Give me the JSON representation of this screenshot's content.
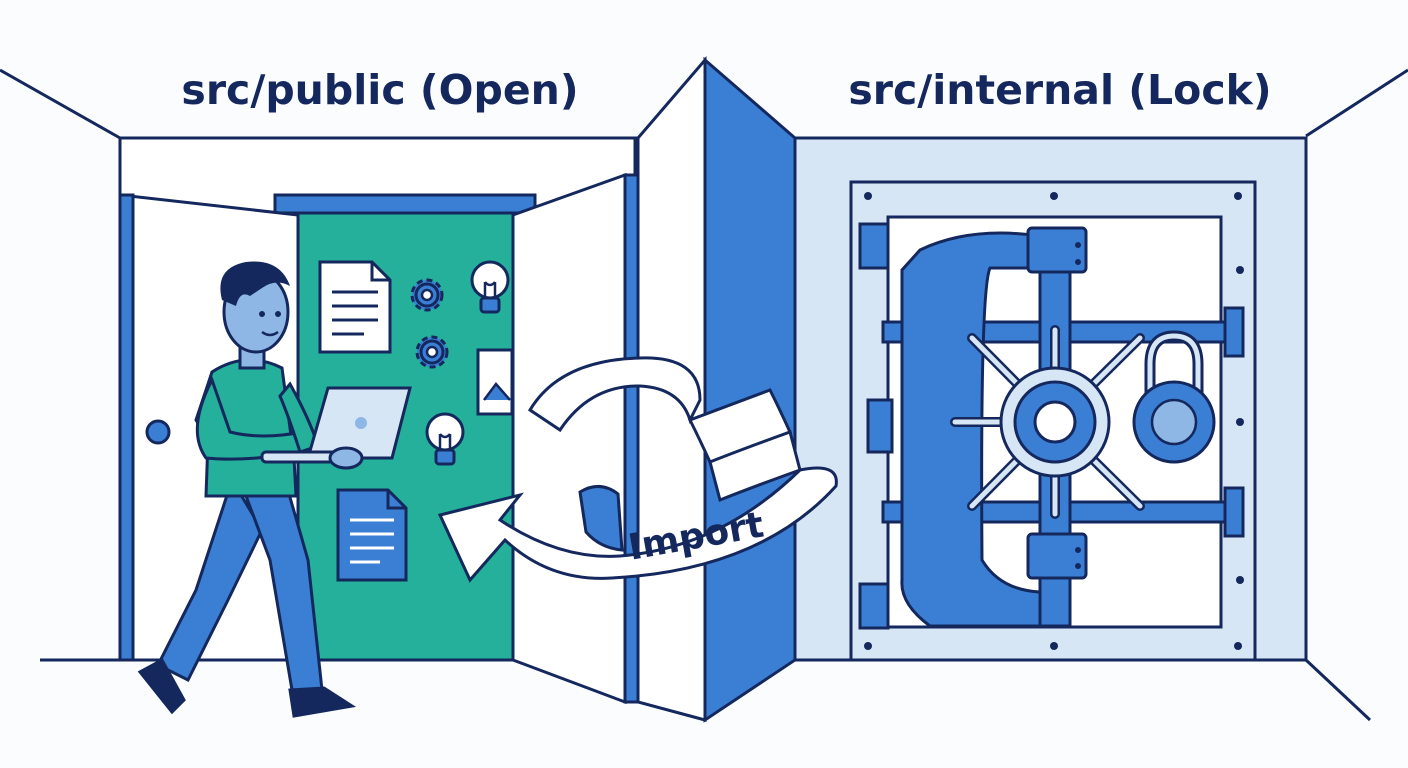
{
  "diagram": {
    "public_folder": {
      "title": "src/public (Open)"
    },
    "internal_folder": {
      "title": "src/internal (Lock)"
    },
    "import_arrow": {
      "label": "Import"
    },
    "colors": {
      "outline": "#14285e",
      "blue": "#3b7fd4",
      "light_blue": "#d7e6f5",
      "teal": "#24b09a",
      "skin": "#8fb7e6",
      "background": "#fafcfe"
    }
  }
}
